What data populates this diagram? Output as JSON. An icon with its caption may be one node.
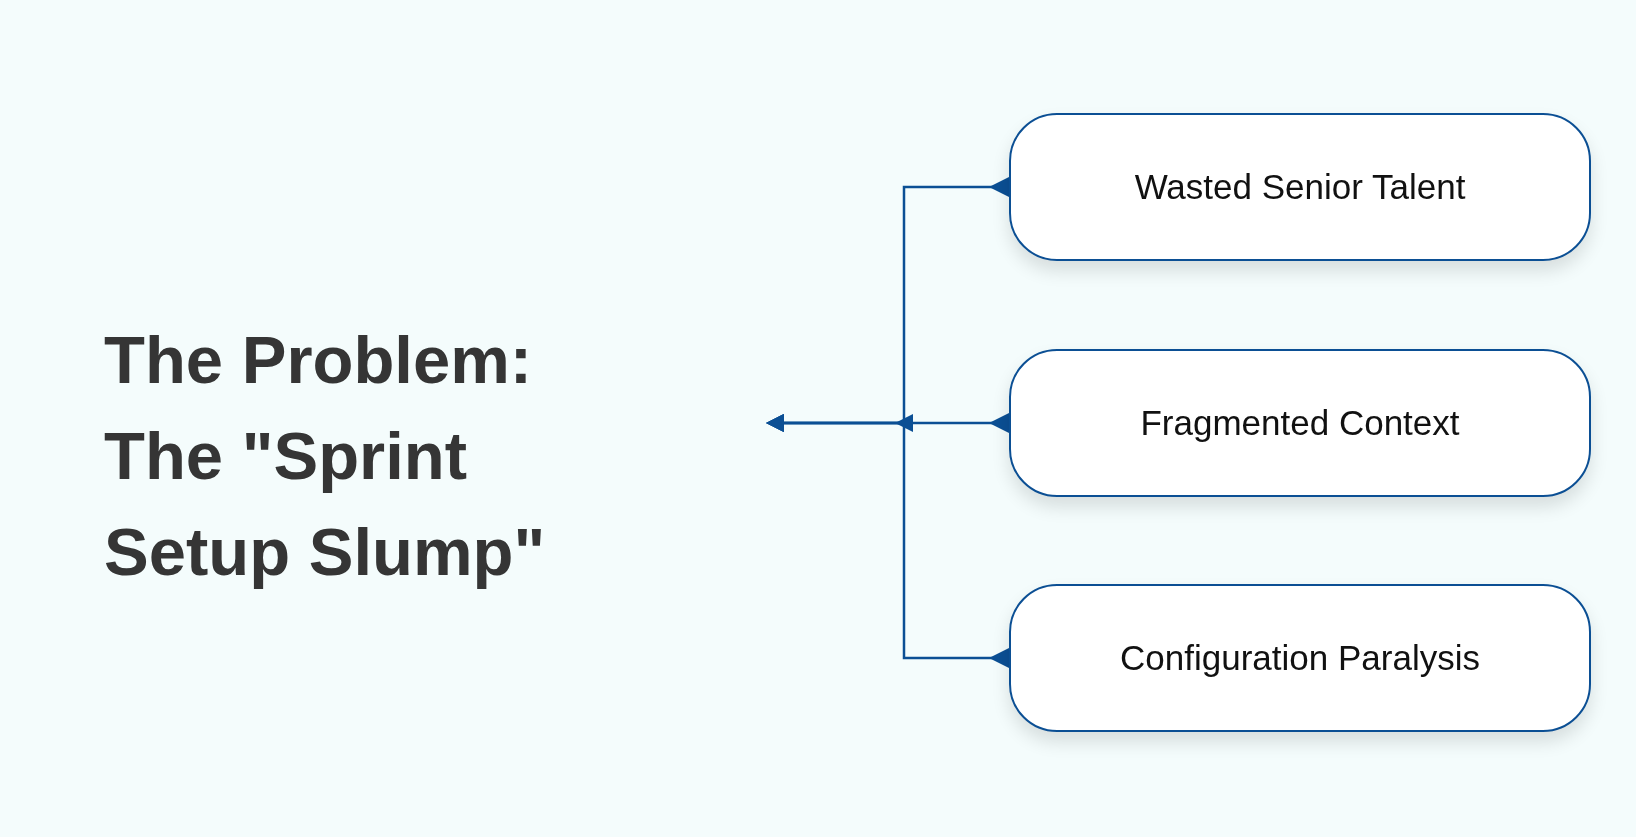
{
  "diagram": {
    "title": "The Problem: The \"Sprint Setup Slump\"",
    "nodes": [
      {
        "text": [
          "Wasted Senior Talent"
        ]
      },
      {
        "text": [
          "Fragmented Context"
        ]
      },
      {
        "text": [
          "Configuration Paralysis"
        ]
      }
    ],
    "edges": [
      {
        "from": 0,
        "to": null,
        "arrow": "to"
      },
      {
        "from": 1,
        "to": null,
        "arrow": "to"
      },
      {
        "from": 2,
        "to": null,
        "arrow": "to"
      }
    ]
  }
}
